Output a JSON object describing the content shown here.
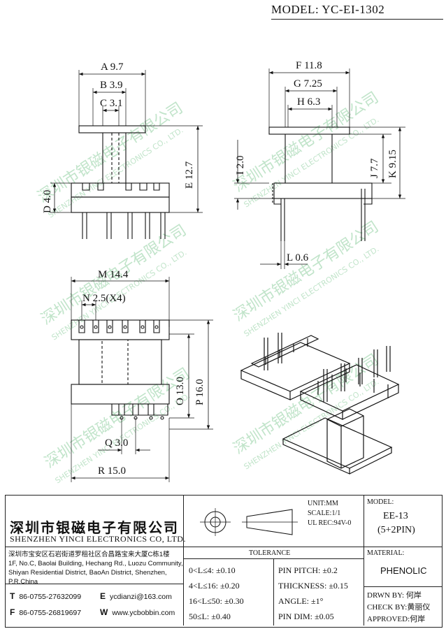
{
  "header": {
    "model_label": "MODEL:  YC-EI-1302"
  },
  "dimensions": {
    "A": "A 9.7",
    "B": "B 3.9",
    "C": "C 3.1",
    "D": "D 4.0",
    "E": "E 12.7",
    "F": "F 11.8",
    "G": "G 7.25",
    "H": "H 6.3",
    "I": "I 2.0",
    "J": "J 7.7",
    "K": "K 9.15",
    "L": "L 0.6",
    "M": "M 14.4",
    "N": "N 2.5(X4)",
    "O": "O 13.0",
    "P": "P 16.0",
    "Q": "Q 3.0",
    "R": "R 15.0"
  },
  "watermark": {
    "cn": "深圳市银磁电子有限公司",
    "en": "SHENZHEN YINCI ELECTRONICS CO., LTD."
  },
  "title_block": {
    "company_cn": "深圳市银磁电子有限公司",
    "company_en": "SHENZHEN YINCI ELECTRONICS CO, LTD.",
    "address_lines": [
      "深圳市宝安区石岩街道罗租社区合昌路宝来大厦C栋1楼",
      "1F, No.C, Baolai Building, Hechang Rd., Luozu Community,",
      "Shiyan Residential District, BaoAn District, Shenzhen, P.R.China"
    ],
    "contact": {
      "tel_letter": "T",
      "tel": "86-0755-27632099",
      "email_letter": "E",
      "email": "ycdianzi@163.com",
      "fax_letter": "F",
      "fax": "86-0755-26819697",
      "web_letter": "W",
      "web": "www.ycbobbin.com"
    },
    "unit": "UNIT:MM",
    "scale": "SCALE:1/1",
    "ul_rec": "UL REC:94V-0",
    "tolerance_title": "TOLERANCE",
    "tolerance_left": [
      "0<L≤4: ±0.10",
      "4<L≤16: ±0.20",
      "16<L≤50: ±0.30",
      "50≤L: ±0.40"
    ],
    "tolerance_right": [
      "PIN PITCH: ±0.2",
      "THICKNESS: ±0.15",
      "ANGLE: ±1°",
      "PIN DIM: ±0.05"
    ],
    "model_label": "MODEL:",
    "model_value": "EE-13",
    "model_sub": "(5+2PIN)",
    "material_label": "MATERIAL:",
    "material_value": "PHENOLIC",
    "drawn_by": "DRWN BY: 何岸",
    "check_by": "CHECK BY:黄丽仪",
    "approved": "APPROVED:何岸"
  }
}
